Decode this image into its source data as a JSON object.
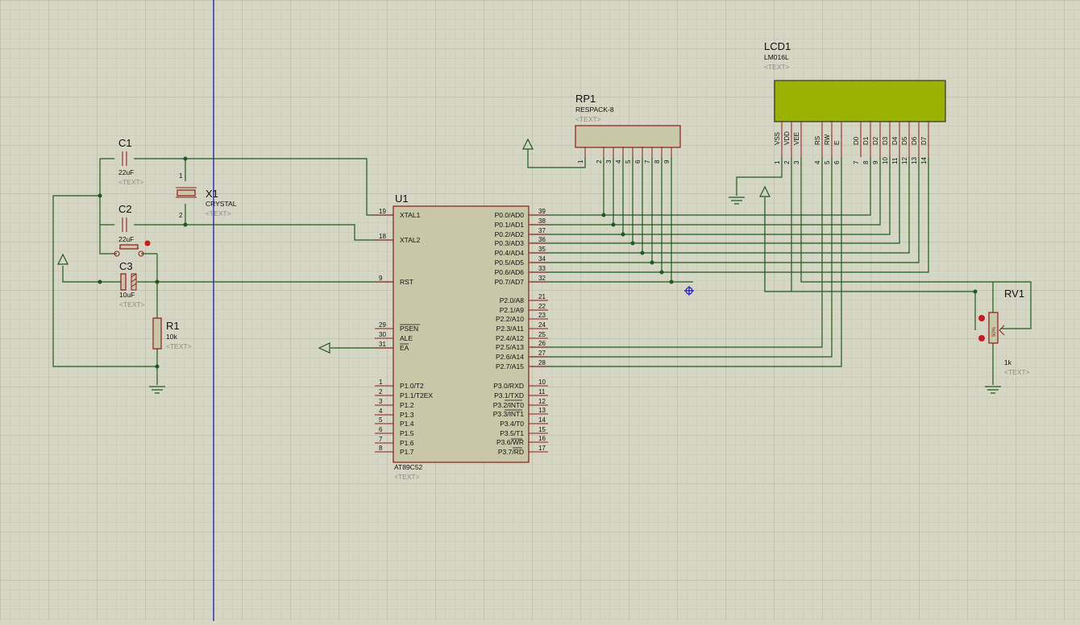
{
  "colors": {
    "background": "#d6d6c4",
    "grid_minor": "#c3c3b1",
    "grid_major": "#b2b2a0",
    "wire": "#1e5a1e",
    "pin": "#8a1a1a",
    "chip_fill": "#c8c8a8",
    "lcd_screen": "#9cb200",
    "cursor_line": "#1a1acc",
    "marker": "#cc1a1a"
  },
  "components": {
    "c1": {
      "ref": "C1",
      "value": "22uF",
      "text": "<TEXT>"
    },
    "c2": {
      "ref": "C2",
      "value": "22uF",
      "text": "<TEXT>"
    },
    "c3": {
      "ref": "C3",
      "value": "10uF",
      "text": "<TEXT>"
    },
    "x1": {
      "ref": "X1",
      "value": "CRYSTAL",
      "text": "<TEXT>",
      "pin1": "1",
      "pin2": "2"
    },
    "r1": {
      "ref": "R1",
      "value": "10k",
      "text": "<TEXT>"
    },
    "rv1": {
      "ref": "RV1",
      "value": "1k",
      "text": "<TEXT>",
      "body_label": "50%"
    },
    "rp1": {
      "ref": "RP1",
      "value": "RESPACK-8",
      "text": "<TEXT>",
      "pins": [
        "1",
        "2",
        "3",
        "4",
        "5",
        "6",
        "7",
        "8",
        "9"
      ]
    },
    "lcd1": {
      "ref": "LCD1",
      "value": "LM016L",
      "text": "<TEXT>",
      "pin_names": [
        "VSS",
        "VDD",
        "VEE",
        "RS",
        "RW",
        "E",
        "D0",
        "D1",
        "D2",
        "D3",
        "D4",
        "D5",
        "D6",
        "D7"
      ],
      "pin_numbers": [
        "1",
        "2",
        "3",
        "4",
        "5",
        "6",
        "7",
        "8",
        "9",
        "10",
        "11",
        "12",
        "13",
        "14"
      ]
    },
    "u1": {
      "ref": "U1",
      "value": "AT89C52",
      "text": "<TEXT>",
      "left_pins": [
        {
          "num": "19",
          "label": "XTAL1"
        },
        {
          "num": "18",
          "label": "XTAL2"
        },
        {
          "num": "9",
          "label": "RST"
        },
        {
          "num": "29",
          "label": "PSEN"
        },
        {
          "num": "30",
          "label": "ALE"
        },
        {
          "num": "31",
          "label": "EA"
        },
        {
          "num": "1",
          "label": "P1.0/T2"
        },
        {
          "num": "2",
          "label": "P1.1/T2EX"
        },
        {
          "num": "3",
          "label": "P1.2"
        },
        {
          "num": "4",
          "label": "P1.3"
        },
        {
          "num": "5",
          "label": "P1.4"
        },
        {
          "num": "6",
          "label": "P1.5"
        },
        {
          "num": "7",
          "label": "P1.6"
        },
        {
          "num": "8",
          "label": "P1.7"
        }
      ],
      "right_pins": [
        {
          "num": "39",
          "label": "P0.0/AD0"
        },
        {
          "num": "38",
          "label": "P0.1/AD1"
        },
        {
          "num": "37",
          "label": "P0.2/AD2"
        },
        {
          "num": "36",
          "label": "P0.3/AD3"
        },
        {
          "num": "35",
          "label": "P0.4/AD4"
        },
        {
          "num": "34",
          "label": "P0.5/AD5"
        },
        {
          "num": "33",
          "label": "P0.6/AD6"
        },
        {
          "num": "32",
          "label": "P0.7/AD7"
        },
        {
          "num": "21",
          "label": "P2.0/A8"
        },
        {
          "num": "22",
          "label": "P2.1/A9"
        },
        {
          "num": "23",
          "label": "P2.2/A10"
        },
        {
          "num": "24",
          "label": "P2.3/A11"
        },
        {
          "num": "25",
          "label": "P2.4/A12"
        },
        {
          "num": "26",
          "label": "P2.5/A13"
        },
        {
          "num": "27",
          "label": "P2.6/A14"
        },
        {
          "num": "28",
          "label": "P2.7/A15"
        },
        {
          "num": "10",
          "label": "P3.0/RXD"
        },
        {
          "num": "11",
          "label": "P3.1/TXD"
        },
        {
          "num": "12",
          "label": "P3.2/INT0"
        },
        {
          "num": "13",
          "label": "P3.3/INT1"
        },
        {
          "num": "14",
          "label": "P3.4/T0"
        },
        {
          "num": "15",
          "label": "P3.5/T1"
        },
        {
          "num": "16",
          "label": "P3.6/WR"
        },
        {
          "num": "17",
          "label": "P3.7/RD"
        }
      ]
    }
  }
}
